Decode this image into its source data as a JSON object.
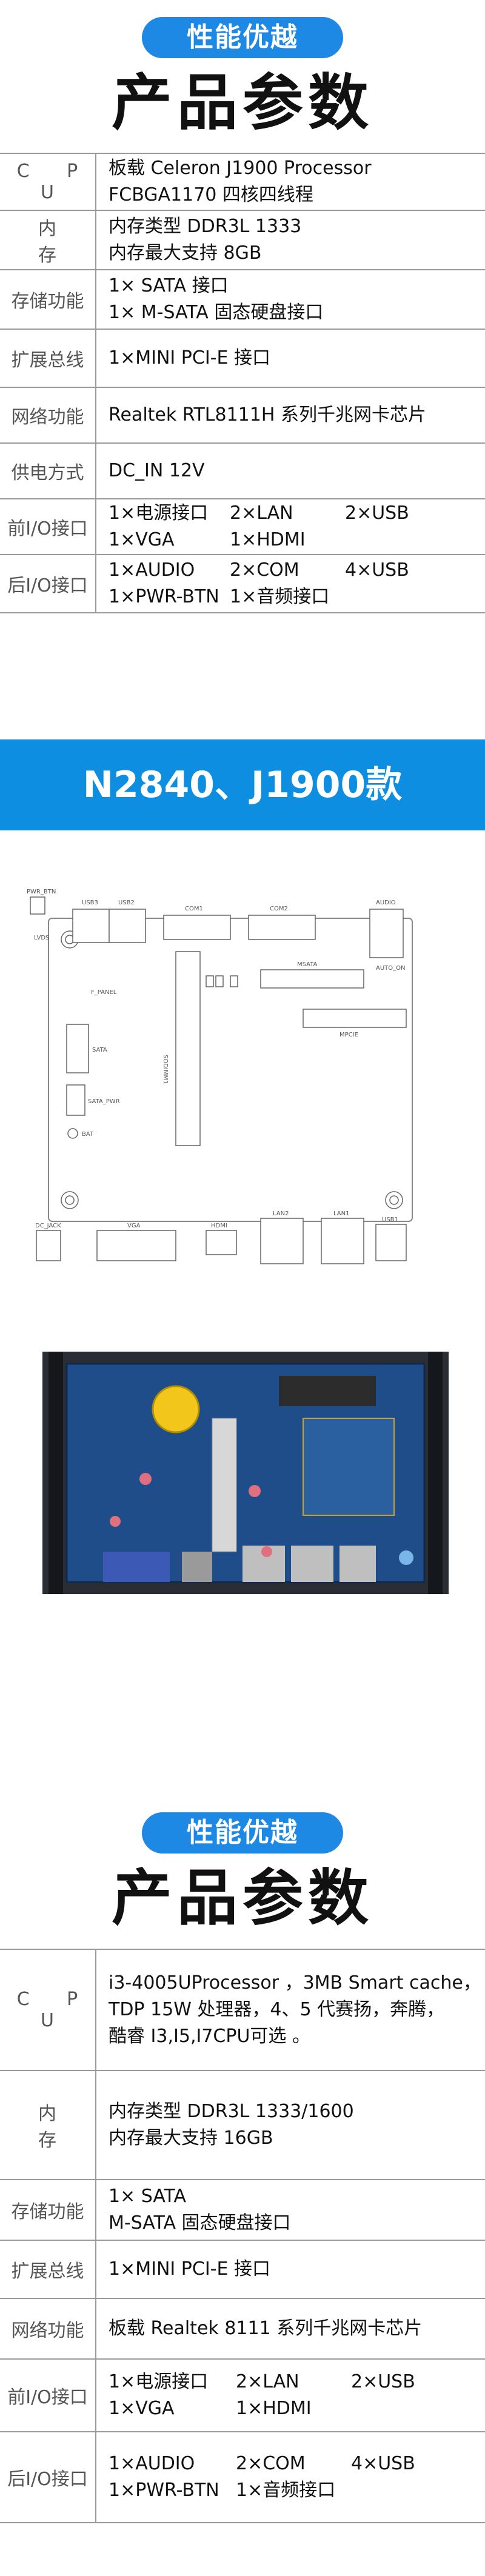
{
  "section1": {
    "pill": "性能优越",
    "title": "产品参数",
    "rows": [
      {
        "label": "C P U",
        "lines": [
          "板载 Celeron J1900 Processor",
          "FCBGA1170 四核四线程"
        ]
      },
      {
        "label": "内 存",
        "lines": [
          "内存类型 DDR3L 1333",
          "内存最大支持 8GB"
        ]
      },
      {
        "label": "存储功能",
        "lines": [
          "1× SATA 接口",
          "1× M-SATA 固态硬盘接口"
        ]
      },
      {
        "label": "扩展总线",
        "lines": [
          "1×MINI PCI-E 接口"
        ]
      },
      {
        "label": "网络功能",
        "lines": [
          "Realtek RTL8111H 系列千兆网卡芯片"
        ]
      },
      {
        "label": "供电方式",
        "lines": [
          "DC_IN 12V"
        ]
      },
      {
        "label": "前I/O接口",
        "grid": [
          [
            "1×电源接口",
            "2×LAN",
            "2×USB"
          ],
          [
            "1×VGA",
            "1×HDMI",
            ""
          ]
        ]
      },
      {
        "label": "后I/O接口",
        "grid": [
          [
            "1×AUDIO",
            "2×COM",
            "4×USB"
          ],
          [
            "1×PWR-BTN",
            "1×音频接口",
            ""
          ]
        ]
      }
    ]
  },
  "banner": {
    "text": "N2840、J1900款"
  },
  "diagram_labels": {
    "pwr_btn": "PWR_BTN",
    "usb3": "USB3",
    "usb2": "USB2",
    "com1": "COM1",
    "com2": "COM2",
    "audio": "AUDIO",
    "lvds": "LVDS",
    "msata": "MSATA",
    "mpcie": "MPCIE",
    "sodimm": "SODIMM1",
    "sata": "SATA",
    "sata_pwr": "SATA_PWR",
    "bat": "BAT",
    "fpanel": "F_PANEL",
    "vga": "VGA",
    "hdmi": "HDMI",
    "lan1": "LAN1",
    "lan2": "LAN2",
    "usb1": "USB1",
    "dc_jack": "DC_JACK",
    "auto_on": "AUTO_ON"
  },
  "section2": {
    "pill": "性能优越",
    "title": "产品参数",
    "rows": [
      {
        "label": "C P U",
        "lines": [
          "i3-4005UProcessor ，3MB Smart cache，",
          "TDP 15W 处理器，4、5 代赛扬，奔腾，",
          "酷睿 I3,I5,I7CPU可选 。"
        ]
      },
      {
        "label": "内 存",
        "lines": [
          "内存类型 DDR3L 1333/1600",
          "内存最大支持 16GB"
        ]
      },
      {
        "label": "存储功能",
        "lines": [
          "1× SATA",
          "M-SATA 固态硬盘接口"
        ]
      },
      {
        "label": "扩展总线",
        "lines": [
          "1×MINI PCI-E 接口"
        ]
      },
      {
        "label": "网络功能",
        "lines": [
          "板载 Realtek 8111 系列千兆网卡芯片"
        ]
      },
      {
        "label": "前I/O接口",
        "grid": [
          [
            "1×电源接口",
            "2×LAN",
            "2×USB"
          ],
          [
            "1×VGA",
            "1×HDMI",
            ""
          ]
        ]
      },
      {
        "label": "后I/O接口",
        "grid": [
          [
            "1×AUDIO",
            "2×COM",
            "4×USB"
          ],
          [
            "1×PWR-BTN",
            "1×音频接口",
            ""
          ]
        ]
      }
    ]
  }
}
